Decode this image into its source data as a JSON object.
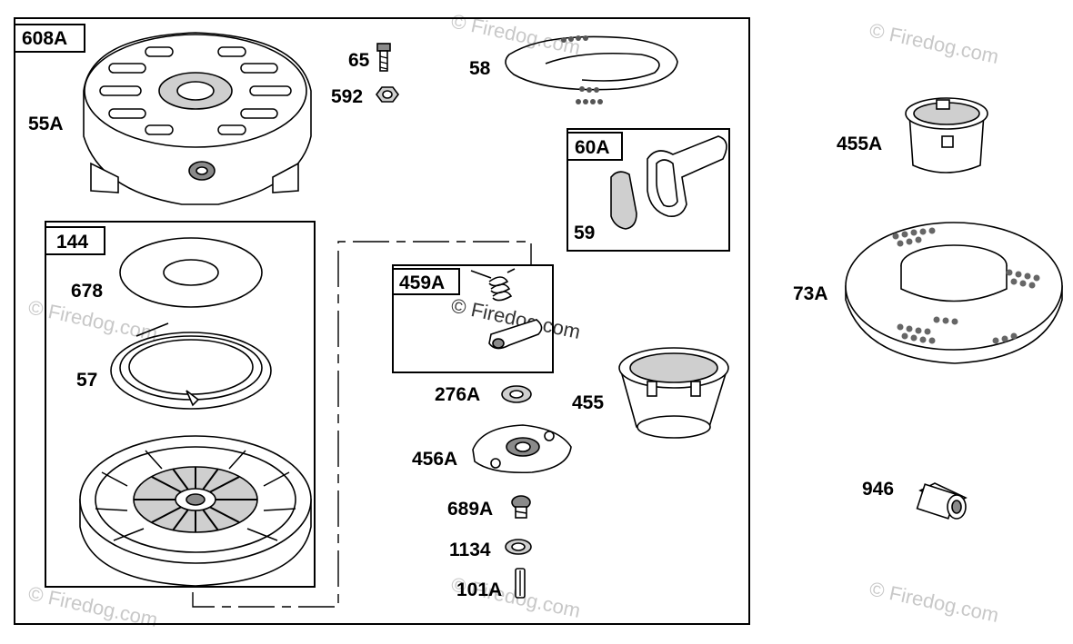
{
  "watermark": "© Firedog.com",
  "assembly_boxes": {
    "main": "608A",
    "starter_pulley": "144",
    "pawl_kit": "459A",
    "handle_kit": "60A"
  },
  "parts": {
    "p55A": "55A",
    "p65": "65",
    "p592": "592",
    "p58": "58",
    "p59": "59",
    "p678": "678",
    "p57": "57",
    "p276A": "276A",
    "p455": "455",
    "p456A": "456A",
    "p689A": "689A",
    "p1134": "1134",
    "p101A": "101A",
    "p455A": "455A",
    "p73A": "73A",
    "p946": "946"
  }
}
